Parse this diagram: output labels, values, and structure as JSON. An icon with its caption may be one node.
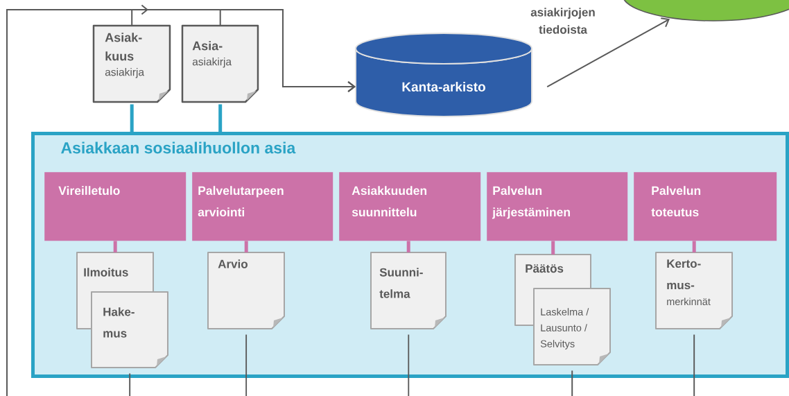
{
  "diagram": {
    "nodes": [
      {
        "text": [
          "Asiak-kuus",
          "asiakirja"
        ]
      },
      {
        "text": [
          "Asia-",
          "asiakirja"
        ]
      },
      {
        "text": [
          "Kanta-arkisto"
        ]
      },
      {
        "text": [],
        "shape": "ellipse"
      },
      {
        "text": [
          "Asiakkaan sosiaalihuollon asia"
        ]
      },
      {
        "text": [
          "Vireilletulo"
        ],
        "in": 4
      },
      {
        "text": [
          "Palvelutarpeen arviointi"
        ],
        "in": 4
      },
      {
        "text": [
          "Asiakkuuden suunnittelu"
        ],
        "in": 4
      },
      {
        "text": [
          "Palvelun järjestäminen"
        ],
        "in": 4
      },
      {
        "text": [
          "Palvelun toteutus"
        ],
        "in": 4
      },
      {
        "text": [
          "Ilmoitus"
        ],
        "in": 4
      },
      {
        "text": [
          "Hake-mus"
        ],
        "in": 4
      },
      {
        "text": [
          "Arvio"
        ],
        "in": 4
      },
      {
        "text": [
          "Suunni-telma"
        ],
        "in": 4
      },
      {
        "text": [
          "Päätös"
        ],
        "in": 4
      },
      {
        "text": [
          "Laskelma / Lausunto / Selvitys"
        ],
        "in": 4
      },
      {
        "text": [
          "Kerto-mus-",
          "merkinnät"
        ],
        "in": 4
      }
    ],
    "edges": [
      {
        "from": null,
        "to": 2,
        "arrow": "to"
      },
      {
        "from": 0,
        "to": 2,
        "arrow": "to"
      },
      {
        "from": 1,
        "to": 2,
        "arrow": "to"
      },
      {
        "from": 2,
        "to": 3,
        "arrow": "to",
        "label": "asiakirjojen tiedoista"
      },
      {
        "from": 0,
        "to": 4,
        "arrow": "none",
        "style": "thick",
        "color": "#2aa3c5"
      },
      {
        "from": 1,
        "to": 4,
        "arrow": "none",
        "style": "thick",
        "color": "#2aa3c5"
      },
      {
        "from": 5,
        "to": 10,
        "arrow": "none",
        "style": "thick",
        "color": "#cc72a8"
      },
      {
        "from": 6,
        "to": 12,
        "arrow": "none",
        "style": "thick",
        "color": "#cc72a8"
      },
      {
        "from": 7,
        "to": 13,
        "arrow": "none",
        "style": "thick",
        "color": "#cc72a8"
      },
      {
        "from": 8,
        "to": 14,
        "arrow": "none",
        "style": "thick",
        "color": "#cc72a8"
      },
      {
        "from": 9,
        "to": 16,
        "arrow": "none",
        "style": "thick",
        "color": "#cc72a8"
      },
      {
        "from": 11,
        "to": null,
        "arrow": "none"
      },
      {
        "from": 12,
        "to": null,
        "arrow": "none"
      },
      {
        "from": 13,
        "to": null,
        "arrow": "none"
      },
      {
        "from": 15,
        "to": null,
        "arrow": "none"
      },
      {
        "from": 16,
        "to": null,
        "arrow": "none"
      }
    ]
  }
}
